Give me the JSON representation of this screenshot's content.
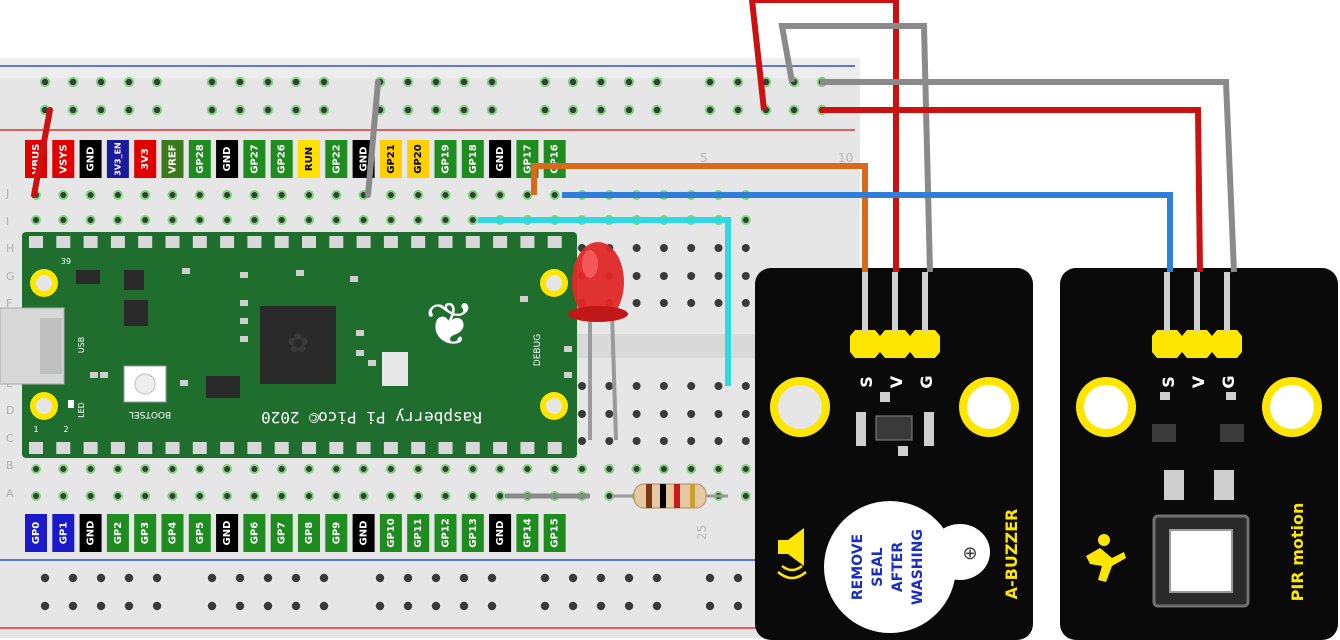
{
  "top_pins": [
    "VBUS",
    "VSYS",
    "GND",
    "3V3_EN",
    "3V3",
    "VREF",
    "GP28",
    "GND",
    "GP27",
    "GP26",
    "RUN",
    "GP22",
    "GND",
    "GP21",
    "GP20",
    "GP19",
    "GP18",
    "GND",
    "GP17",
    "GP16"
  ],
  "top_pin_colors": [
    "#e00000",
    "#e00000",
    "#000000",
    "#1a1a9a",
    "#e00000",
    "#3a7a1a",
    "#1e8c1e",
    "#000000",
    "#1e8c1e",
    "#1e8c1e",
    "#ffe000",
    "#1e8c1e",
    "#000000",
    "#ffd000",
    "#ffd000",
    "#1e8c1e",
    "#1e8c1e",
    "#000000",
    "#1e8c1e",
    "#1e8c1e"
  ],
  "bottom_pins": [
    "GP0",
    "GP1",
    "GND",
    "GP2",
    "GP3",
    "GP4",
    "GP5",
    "GND",
    "GP6",
    "GP7",
    "GP8",
    "GP9",
    "GND",
    "GP10",
    "GP11",
    "GP12",
    "GP13",
    "GND",
    "GP14",
    "GP15"
  ],
  "bottom_pin_colors": [
    "#1a1ac8",
    "#1a1ac8",
    "#000000",
    "#1e8c1e",
    "#1e8c1e",
    "#1e8c1e",
    "#1e8c1e",
    "#000000",
    "#1e8c1e",
    "#1e8c1e",
    "#1e8c1e",
    "#1e8c1e",
    "#000000",
    "#1e8c1e",
    "#1e8c1e",
    "#1e8c1e",
    "#1e8c1e",
    "#000000",
    "#1e8c1e",
    "#1e8c1e"
  ],
  "row_letters_top": [
    "J",
    "I",
    "H",
    "G",
    "F"
  ],
  "row_letters_bottom": [
    "E",
    "D",
    "C",
    "B",
    "A"
  ],
  "column_numbers": {
    "c5": "5",
    "c10": "10",
    "c25": "25"
  },
  "pico": {
    "title": "Raspberry Pi Pico",
    "year": "© 2020",
    "bootsel": "BOOTSEL",
    "usb": "USB",
    "debug": "DEBUG",
    "led": "LED",
    "pin1": "1",
    "pin2": "2",
    "pin39": "39"
  },
  "buzzer": {
    "pin_labels": [
      "S",
      "V",
      "G"
    ],
    "name": "A-BUZZER",
    "seal_lines": [
      "REMOVE",
      "SEAL",
      "AFTER",
      "WASHING"
    ],
    "plus": "⊕"
  },
  "pir": {
    "pin_labels": [
      "S",
      "V",
      "G"
    ],
    "name": "PIR motion"
  },
  "colors": {
    "board": "#e8e8e8",
    "pico_green": "#1f6e2e",
    "module_black": "#0a0a0a",
    "pin_yellow": "#ffe600",
    "wire_red": "#cc1111",
    "wire_gray": "#8a8a8a",
    "wire_orange": "#d86a1a",
    "wire_blue": "#2f7fd8",
    "wire_cyan": "#30d8e0",
    "rail_red": "#e03030",
    "rail_blue": "#3050d0"
  }
}
